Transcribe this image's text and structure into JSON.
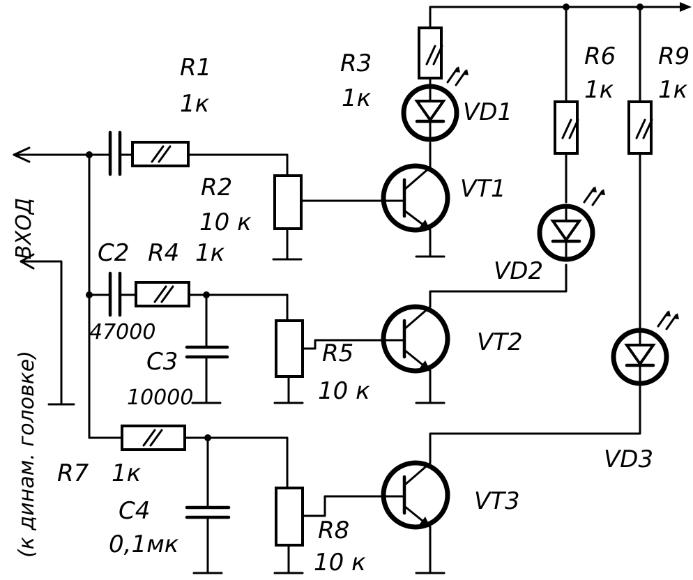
{
  "labels": {
    "r1": "R1",
    "r1_val": "1к",
    "r2": "R2",
    "r2_val": "10 к",
    "r3": "R3",
    "r3_val": "1к",
    "vd1": "VD1",
    "vt1": "VT1",
    "r6": "R6",
    "r6_val": "1к",
    "r9": "R9",
    "r9_val": "1к",
    "c2": "C2",
    "c2_val": "47000",
    "r4": "R4",
    "r4_val": "1к",
    "vd2": "VD2",
    "c3": "C3",
    "c3_val": "10000",
    "r5": "R5",
    "r5_val": "10 к",
    "vt2": "VT2",
    "r7": "R7",
    "r7_val": "1к",
    "c4": "C4",
    "c4_val": "0,1мк",
    "r8": "R8",
    "r8_val": "10 к",
    "vt3": "VT3",
    "vd3": "VD3"
  },
  "input_label": "ВХОД",
  "input_note": "(к динам. головке)"
}
